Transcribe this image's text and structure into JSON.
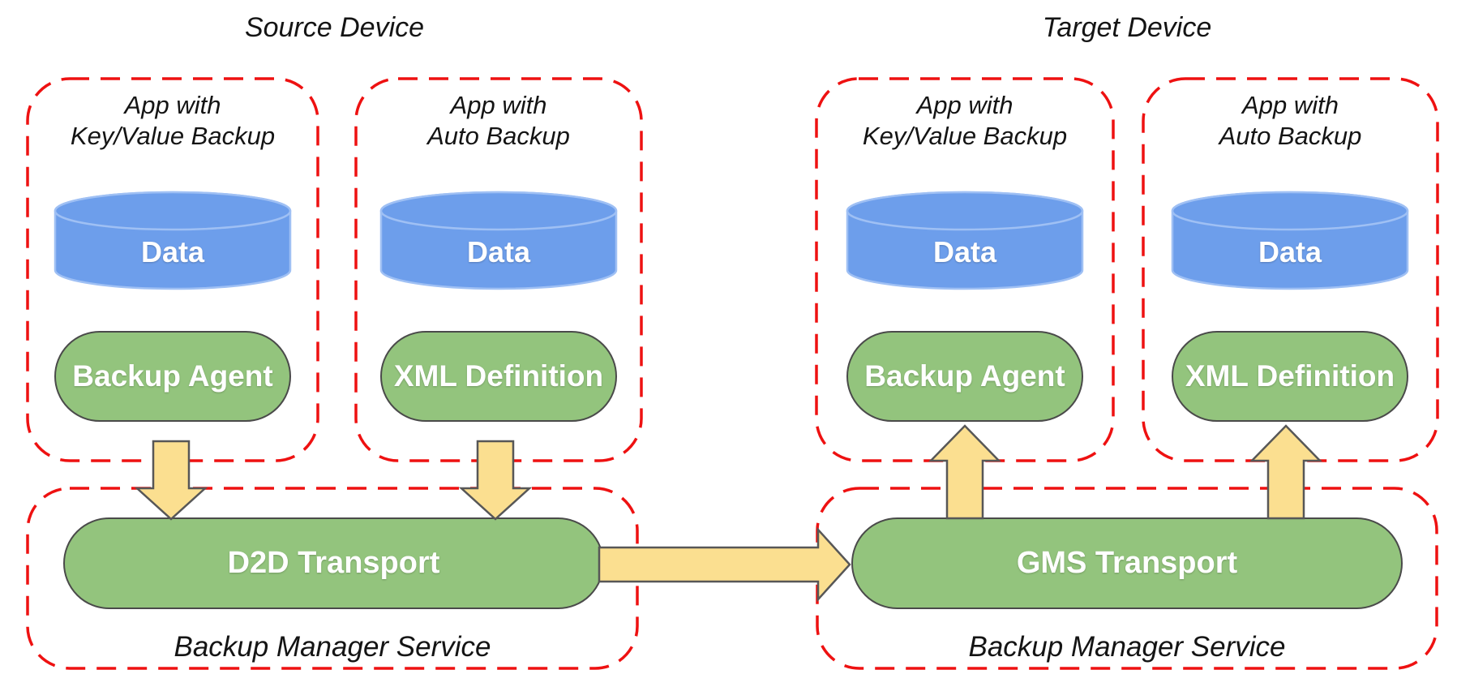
{
  "diagram": {
    "source": {
      "device_title": "Source Device",
      "apps": [
        {
          "name_line1": "App with",
          "name_line2": "Key/Value Backup",
          "data_store": "Data",
          "component": "Backup Agent"
        },
        {
          "name_line1": "App with",
          "name_line2": "Auto Backup",
          "data_store": "Data",
          "component": "XML Definition"
        }
      ],
      "backup_service": {
        "transport": "D2D Transport",
        "service_label": "Backup Manager Service"
      }
    },
    "target": {
      "device_title": "Target Device",
      "apps": [
        {
          "name_line1": "App with",
          "name_line2": "Key/Value Backup",
          "data_store": "Data",
          "component": "Backup Agent"
        },
        {
          "name_line1": "App with",
          "name_line2": "Auto Backup",
          "data_store": "Data",
          "component": "XML Definition"
        }
      ],
      "backup_service": {
        "transport": "GMS Transport",
        "service_label": "Backup Manager Service"
      }
    },
    "colors": {
      "app_box_border": "#ee1111",
      "data_cylinder_fill": "#6d9eeb",
      "data_cylinder_stroke": "#9fc0f4",
      "component_fill": "#93c47d",
      "component_stroke": "#4a4a4a",
      "arrow_fill": "#fbdf90",
      "arrow_stroke": "#575757",
      "text": "#141414"
    }
  }
}
